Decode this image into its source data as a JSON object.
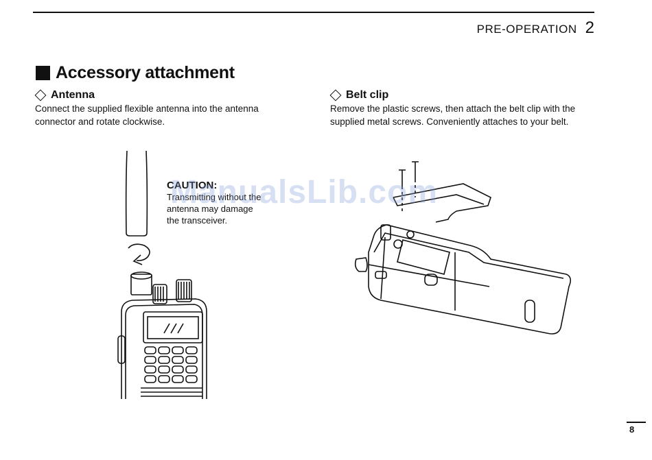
{
  "header": {
    "section": "PRE-OPERATION",
    "chapter_number": "2"
  },
  "title": "Accessory attachment",
  "antenna": {
    "heading": "Antenna",
    "line1": "Connect the supplied flexible antenna into the antenna",
    "line2": "connector and rotate clockwise."
  },
  "belt_clip": {
    "heading": "Belt clip",
    "line1": "Remove the plastic screws, then attach the belt clip with the",
    "line2": "supplied metal screws.  Conveniently attaches to your belt."
  },
  "caution": {
    "title": "CAUTION:",
    "line1": "Transmitting without the",
    "line2": "antenna may damage",
    "line3": "the transceiver."
  },
  "watermark": "ManualsLib.com",
  "page_number": "8",
  "icons": {
    "heading_square": "black-square-icon",
    "subheading": "diamond-icon"
  }
}
